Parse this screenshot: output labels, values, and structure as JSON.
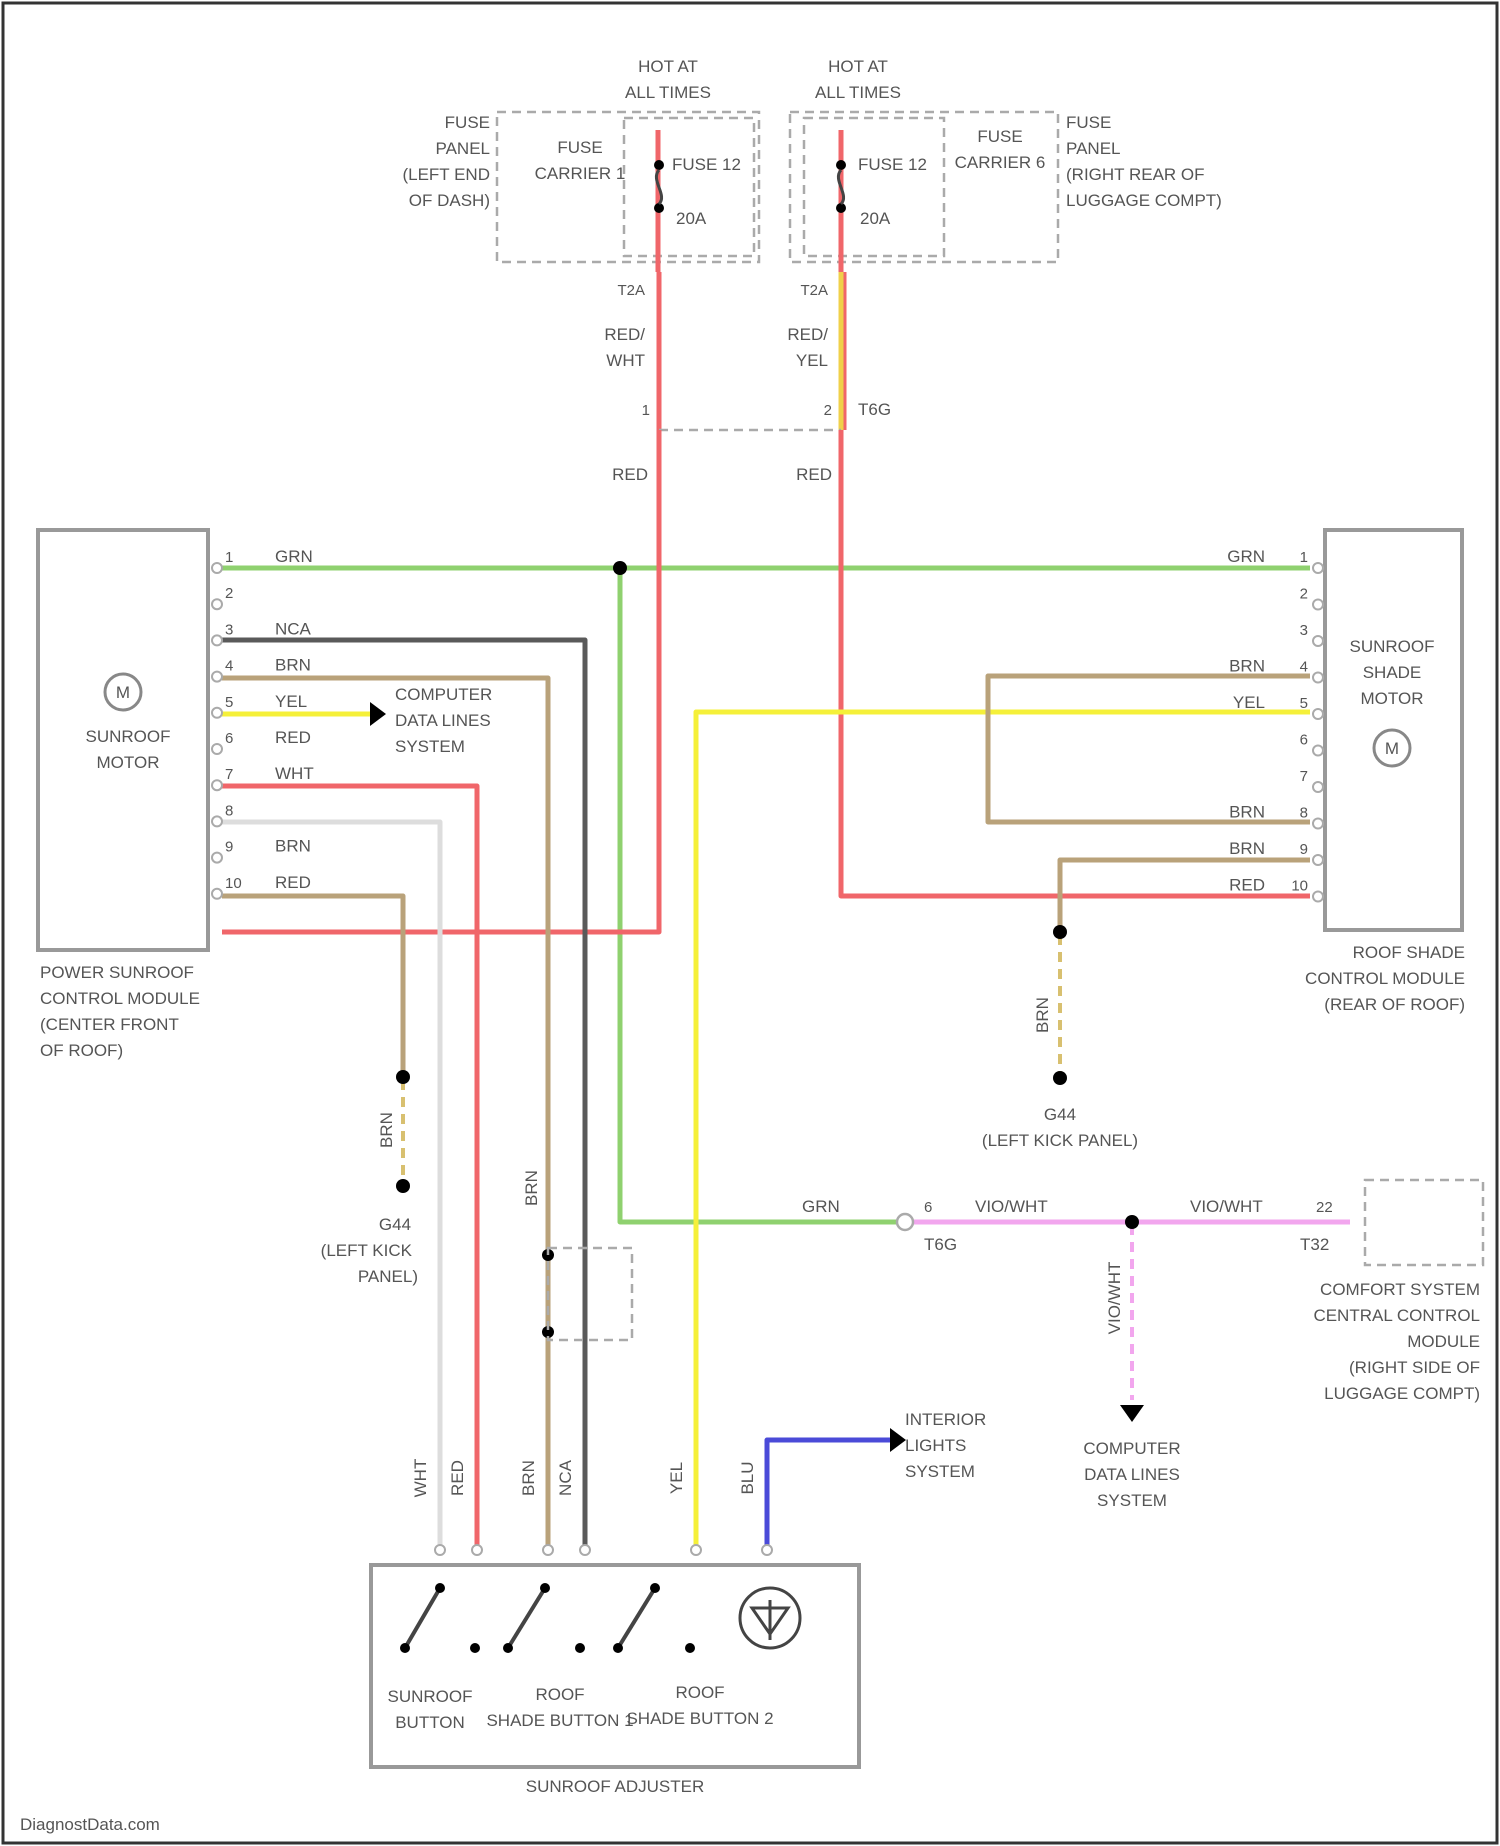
{
  "colors": {
    "GRN": "#8fd16f",
    "RED": "#f0666a",
    "YEL": "#f5f039",
    "BRN": "#b9a27a",
    "NCA": "#5a5a5a",
    "WHT": "#dddddd",
    "BLU": "#4a4ad8",
    "VIO": "#f2a6ee"
  },
  "power": {
    "left": {
      "hot": [
        "HOT AT",
        "ALL TIMES"
      ],
      "panel": [
        "FUSE",
        "PANEL",
        "(LEFT END",
        "OF DASH)"
      ],
      "carrier": [
        "FUSE",
        "CARRIER 1"
      ],
      "fuse": "FUSE 12",
      "amps": "20A",
      "pin": "T2A",
      "wire1": [
        "RED/",
        "WHT"
      ],
      "conn_pin": "1",
      "wire2": "RED"
    },
    "right": {
      "hot": [
        "HOT AT",
        "ALL TIMES"
      ],
      "panel": [
        "FUSE",
        "PANEL",
        "(RIGHT REAR OF",
        "LUGGAGE COMPT)"
      ],
      "carrier": [
        "FUSE",
        "CARRIER 6"
      ],
      "fuse": "FUSE 12",
      "amps": "20A",
      "pin": "T2A",
      "wire1": [
        "RED/",
        "YEL"
      ],
      "conn_pin": "2",
      "wire2": "RED"
    },
    "connector": "T6G"
  },
  "sunroof_motor": {
    "name": [
      "SUNROOF",
      "MOTOR"
    ],
    "module": [
      "POWER SUNROOF",
      "CONTROL MODULE",
      "(CENTER FRONT",
      "OF ROOF)"
    ],
    "pins": [
      {
        "n": "1",
        "w": "GRN"
      },
      {
        "n": "2",
        "w": ""
      },
      {
        "n": "3",
        "w": "NCA"
      },
      {
        "n": "4",
        "w": "BRN"
      },
      {
        "n": "5",
        "w": "YEL"
      },
      {
        "n": "6",
        "w": "RED"
      },
      {
        "n": "7",
        "w": "WHT"
      },
      {
        "n": "8",
        "w": ""
      },
      {
        "n": "9",
        "w": "BRN"
      },
      {
        "n": "10",
        "w": "RED"
      }
    ],
    "data_ref": [
      "COMPUTER",
      "DATA LINES",
      "SYSTEM"
    ]
  },
  "shade_motor": {
    "name": [
      "SUNROOF",
      "SHADE",
      "MOTOR"
    ],
    "module": [
      "ROOF SHADE",
      "CONTROL MODULE",
      "(REAR OF ROOF)"
    ],
    "pins": [
      {
        "n": "1",
        "w": "GRN"
      },
      {
        "n": "2",
        "w": ""
      },
      {
        "n": "3",
        "w": ""
      },
      {
        "n": "4",
        "w": "BRN"
      },
      {
        "n": "5",
        "w": "YEL"
      },
      {
        "n": "6",
        "w": ""
      },
      {
        "n": "7",
        "w": ""
      },
      {
        "n": "8",
        "w": "BRN"
      },
      {
        "n": "9",
        "w": "BRN"
      },
      {
        "n": "10",
        "w": "RED"
      }
    ]
  },
  "grounds": {
    "left": {
      "wire": "BRN",
      "id": "G44",
      "loc": [
        "(LEFT KICK",
        "PANEL)"
      ]
    },
    "right": {
      "wire": "BRN",
      "id": "G44",
      "loc": "(LEFT KICK PANEL)"
    }
  },
  "comfort": {
    "grn": "GRN",
    "pin_a": "6",
    "conn_a": "T6G",
    "vio1": "VIO/WHT",
    "vio2": "VIO/WHT",
    "pin_b": "22",
    "conn_b": "T32",
    "vio_down": "VIO/WHT",
    "module": [
      "COMFORT SYSTEM",
      "CENTRAL CONTROL",
      "MODULE",
      "(RIGHT SIDE OF",
      "LUGGAGE COMPT)"
    ],
    "data_ref": [
      "COMPUTER",
      "DATA LINES",
      "SYSTEM"
    ]
  },
  "mid_brn": "BRN",
  "adjuster": {
    "wires": [
      "WHT",
      "RED",
      "BRN",
      "NCA",
      "YEL",
      "BLU"
    ],
    "buttons": [
      [
        "SUNROOF",
        "BUTTON"
      ],
      [
        "ROOF",
        "SHADE BUTTON 1"
      ],
      [
        "ROOF",
        "SHADE BUTTON 2"
      ]
    ],
    "name": "SUNROOF ADJUSTER",
    "interior": [
      "INTERIOR",
      "LIGHTS",
      "SYSTEM"
    ]
  },
  "watermark": "DiagnostData.com"
}
